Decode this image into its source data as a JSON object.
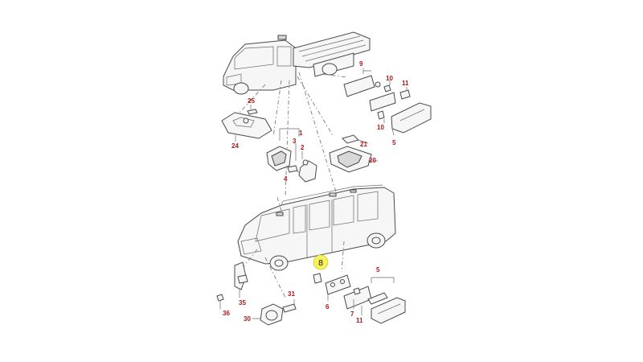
{
  "callouts": [
    {
      "id": "c9",
      "text": "9"
    },
    {
      "id": "c10a",
      "text": "10"
    },
    {
      "id": "c11a",
      "text": "11"
    },
    {
      "id": "c10b",
      "text": "10"
    },
    {
      "id": "c5a",
      "text": "5"
    },
    {
      "id": "c25",
      "text": "25"
    },
    {
      "id": "c24",
      "text": "24"
    },
    {
      "id": "c1",
      "text": "1"
    },
    {
      "id": "c3",
      "text": "3"
    },
    {
      "id": "c2",
      "text": "2"
    },
    {
      "id": "c4",
      "text": "4"
    },
    {
      "id": "c21",
      "text": "21"
    },
    {
      "id": "c20",
      "text": "20"
    },
    {
      "id": "c5b",
      "text": "5"
    },
    {
      "id": "c6",
      "text": "6"
    },
    {
      "id": "c7",
      "text": "7"
    },
    {
      "id": "c11b",
      "text": "11"
    },
    {
      "id": "c36",
      "text": "36"
    },
    {
      "id": "c35",
      "text": "35"
    },
    {
      "id": "c31",
      "text": "31"
    },
    {
      "id": "c30",
      "text": "30"
    }
  ],
  "highlight": {
    "text": "8",
    "color": "#f7f25a"
  },
  "colors": {
    "callout": "#b01818",
    "line": "#4a4a4a"
  }
}
